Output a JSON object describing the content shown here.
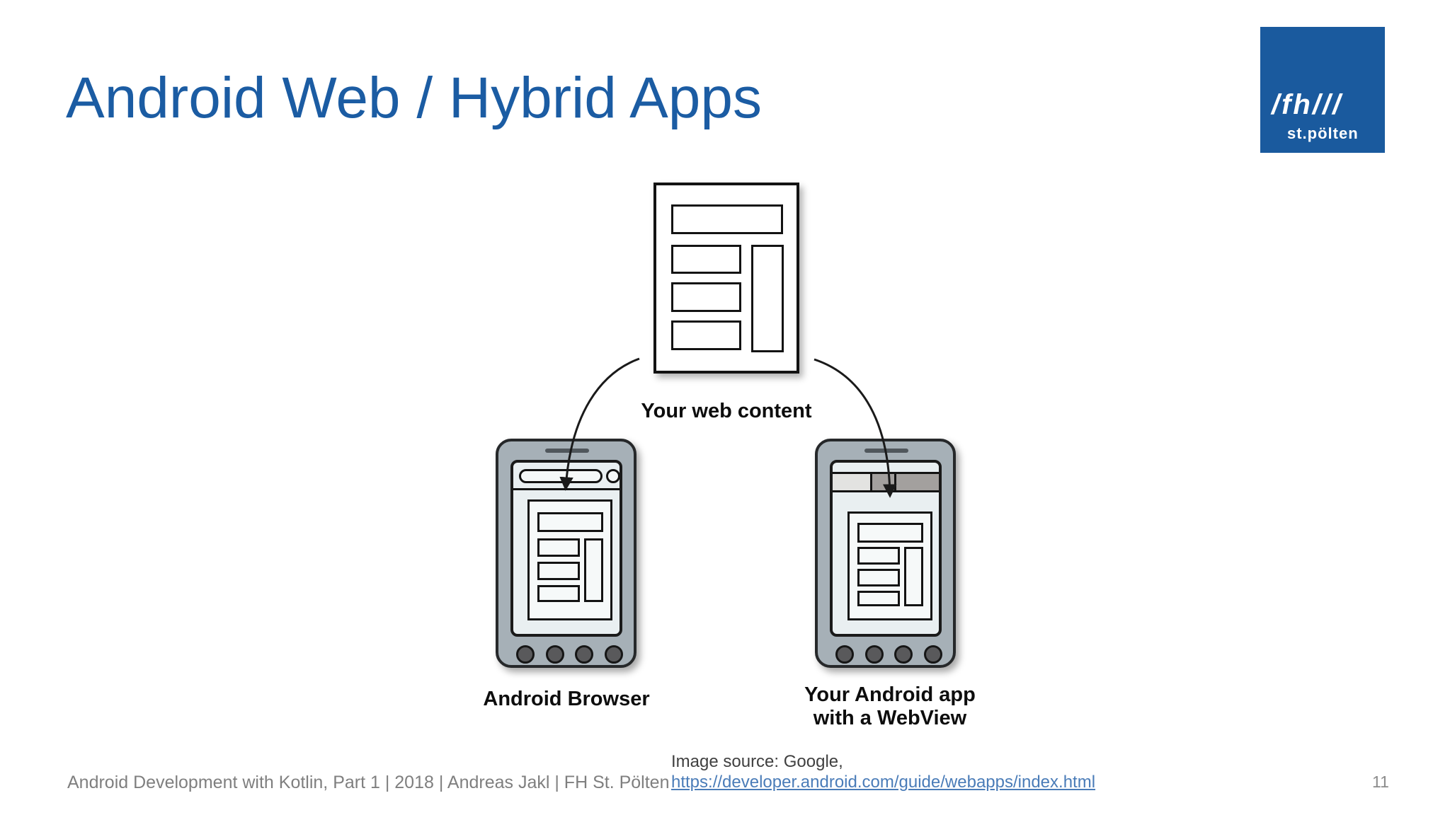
{
  "slide": {
    "title": "Android Web / Hybrid Apps",
    "page_number": "11",
    "footer_text": "Android Development with Kotlin, Part 1 | 2018 | Andreas Jakl | FH St. Pölten",
    "image_source_label": "Image source: Google,",
    "image_source_link": "https://developer.android.com/guide/webapps/index.html"
  },
  "logo": {
    "fh_text": "/fh///",
    "city_text": "st.pölten",
    "bg_color": "#1A5A9E",
    "text_color": "#FFFFFF"
  },
  "diagram": {
    "web_content_label": "Your web content",
    "browser_label": "Android Browser",
    "webview_label_line1": "Your Android app",
    "webview_label_line2": "with a WebView",
    "icons": [
      "web-content-document-icon",
      "android-browser-phone-icon",
      "webview-phone-icon",
      "curved-arrow-left-icon",
      "curved-arrow-right-icon"
    ]
  },
  "colors": {
    "title_blue": "#1B5CA3",
    "logo_blue": "#1A5A9E",
    "footer_gray": "#7F7F7F",
    "source_text_gray": "#404040",
    "link_blue": "#4A7CB8",
    "phone_body_gray": "#A6B0B7",
    "phone_screen": "#E9EFF1",
    "diagram_line": "#131313"
  }
}
